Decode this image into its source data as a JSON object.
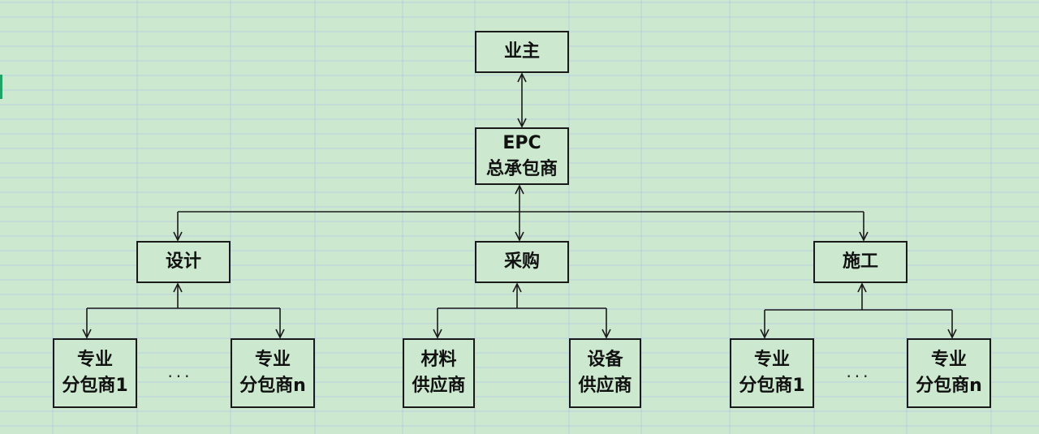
{
  "nodes": {
    "owner": {
      "lines": [
        "业主"
      ]
    },
    "epc": {
      "lines": [
        "EPC",
        "总承包商"
      ]
    },
    "design": {
      "lines": [
        "设计"
      ]
    },
    "procurement": {
      "lines": [
        "采购"
      ]
    },
    "construction": {
      "lines": [
        "施工"
      ]
    },
    "design_sub_1": {
      "lines": [
        "专业",
        "分包商1"
      ]
    },
    "design_sub_n": {
      "lines": [
        "专业",
        "分包商n"
      ]
    },
    "material_supplier": {
      "lines": [
        "材料",
        "供应商"
      ]
    },
    "equipment_supplier": {
      "lines": [
        "设备",
        "供应商"
      ]
    },
    "construction_sub_1": {
      "lines": [
        "专业",
        "分包商1"
      ]
    },
    "construction_sub_n": {
      "lines": [
        "专业",
        "分包商n"
      ]
    }
  },
  "ellipsis": "···",
  "colors": {
    "background": "#cce8cf",
    "gridline": "#b7cfe0",
    "stroke": "#1a1a1a",
    "selection_marker": "#21a366"
  }
}
